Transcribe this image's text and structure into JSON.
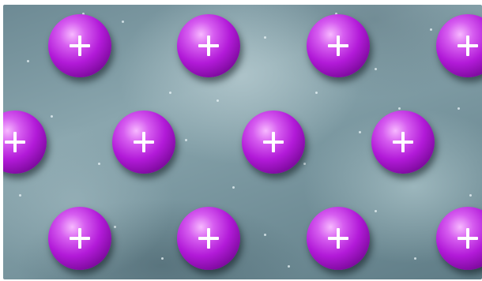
{
  "scene": {
    "background_color": "#7f9ba3",
    "ion_color": "#b21ad8",
    "ion_charge_icon": "plus-icon",
    "rows": [
      {
        "count": 4
      },
      {
        "count": 4
      },
      {
        "count": 4
      }
    ]
  }
}
